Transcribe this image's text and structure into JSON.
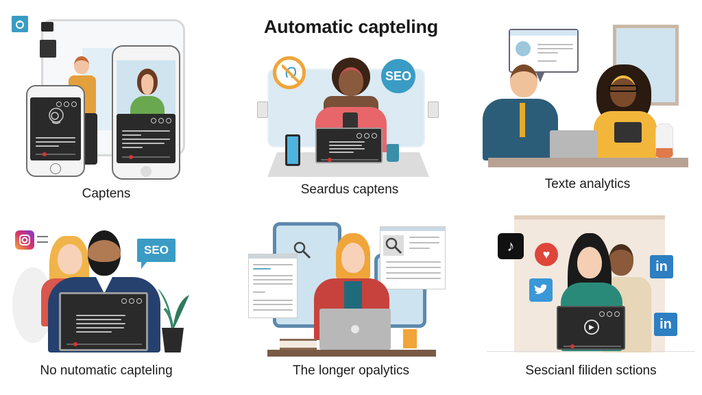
{
  "title": "Automatic capteling",
  "panels": [
    {
      "id": "captens",
      "caption": "Captens",
      "icons": [
        "app-logo-icon",
        "phone-icon",
        "phone-icon",
        "video-player-icon"
      ]
    },
    {
      "id": "seardus-captens",
      "caption": "Seardus captens",
      "icons": [
        "no-hearing-icon",
        "seo-badge-icon",
        "phone-icon",
        "laptop-icon",
        "cup-icon"
      ],
      "seo_label": "SEO"
    },
    {
      "id": "texte-analytics",
      "caption": "Texte analytics",
      "icons": [
        "speech-bubble-icon",
        "window-icon",
        "laptop-icon",
        "tablet-icon",
        "plant-jar-icon"
      ]
    },
    {
      "id": "no-nutomatic-capteling",
      "caption": "No nutomatic capteling",
      "icons": [
        "instagram-icon",
        "seo-bubble-icon",
        "laptop-icon",
        "plant-icon"
      ],
      "seo_label": "SEO"
    },
    {
      "id": "the-longer-opalytics",
      "caption": "The longer opalytics",
      "icons": [
        "search-icon",
        "document-icon",
        "laptop-icon",
        "books-icon",
        "pencil-cup-icon"
      ]
    },
    {
      "id": "sescianl-filiden-sctions",
      "caption": "Sescianl filiden sctions",
      "icons": [
        "tiktok-icon",
        "heart-icon",
        "twitter-icon",
        "linkedin-icon",
        "linkedin-icon",
        "play-icon"
      ],
      "linkedin_label": "in"
    }
  ],
  "colors": {
    "title": "#111111",
    "screen": "#2a2a2a",
    "seo_blue": "#3a9cc4",
    "linkedin_blue": "#2d7fc1",
    "twitter_blue": "#3a97d8",
    "heart_red": "#e0453a",
    "orange": "#f0a53a",
    "window_blue": "#d7ebf5"
  }
}
